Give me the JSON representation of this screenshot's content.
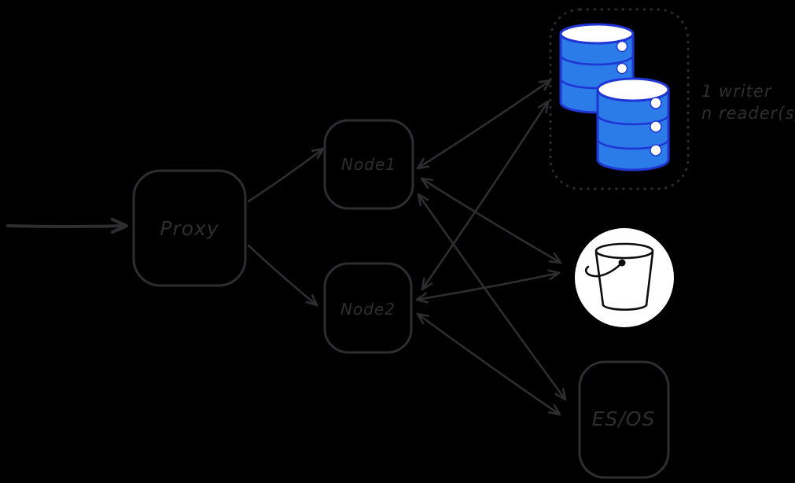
{
  "canvas": {
    "background": "#000000",
    "stroke": "#2e2e30"
  },
  "proxy": {
    "label": "Proxy"
  },
  "node1": {
    "label": "Node1"
  },
  "node2": {
    "label": "Node2"
  },
  "esos": {
    "label": "ES/OS"
  },
  "db_cluster": {
    "annotation": {
      "line1": "1 writer",
      "line2": "n reader(s)"
    },
    "cylinder_fill": "#2b7ce9",
    "cylinder_stroke": "#1f35d4",
    "cylinder_count": 2
  },
  "bucket": {
    "background": "#ffffff",
    "stroke": "#0d0d0d"
  },
  "edges": [
    {
      "from": "external",
      "to": "proxy",
      "direction": "forward"
    },
    {
      "from": "proxy",
      "to": "node1",
      "direction": "forward"
    },
    {
      "from": "proxy",
      "to": "node2",
      "direction": "forward"
    },
    {
      "from": "node1",
      "to": "db_cluster",
      "direction": "both"
    },
    {
      "from": "node2",
      "to": "db_cluster",
      "direction": "both"
    },
    {
      "from": "node1",
      "to": "bucket",
      "direction": "both"
    },
    {
      "from": "node2",
      "to": "bucket",
      "direction": "both"
    },
    {
      "from": "node1",
      "to": "esos",
      "direction": "both"
    },
    {
      "from": "node2",
      "to": "esos",
      "direction": "both"
    }
  ]
}
